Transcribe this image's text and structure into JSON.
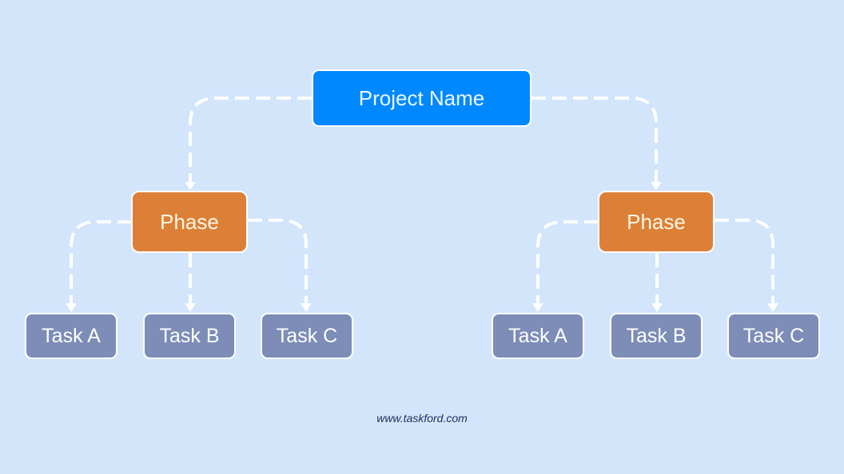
{
  "diagram": {
    "root": {
      "label": "Project Name",
      "color": "#0088ff"
    },
    "phases": [
      {
        "label": "Phase",
        "color": "#dc8037",
        "tasks": [
          {
            "label": "Task A"
          },
          {
            "label": "Task B"
          },
          {
            "label": "Task C"
          }
        ]
      },
      {
        "label": "Phase",
        "color": "#dc8037",
        "tasks": [
          {
            "label": "Task A"
          },
          {
            "label": "Task B"
          },
          {
            "label": "Task C"
          }
        ]
      }
    ],
    "task_color": "#7d8db7",
    "connector_color": "#ffffff",
    "background": "#d2e5fb"
  },
  "footer": {
    "url": "www.taskford.com"
  }
}
